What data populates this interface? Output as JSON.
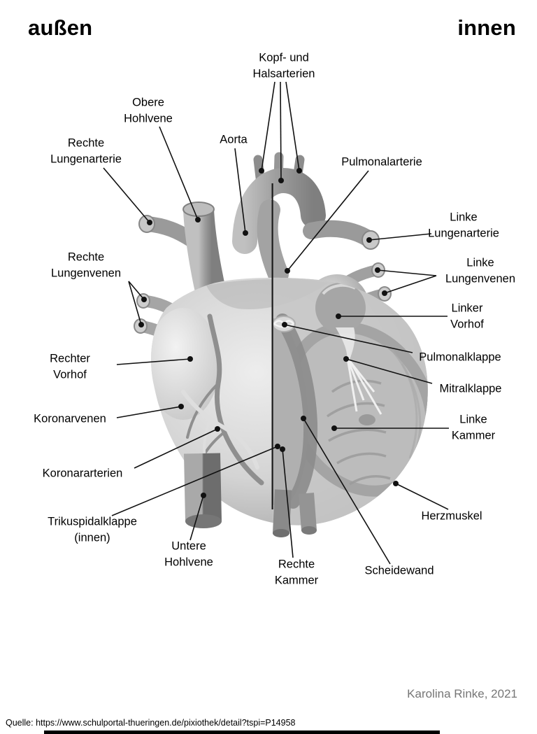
{
  "header": {
    "left": "außen",
    "right": "innen"
  },
  "labels": {
    "kopf_halsarterien": "Kopf- und\nHalsarterien",
    "obere_hohlvene": "Obere\nHohlvene",
    "rechte_lungenarterie": "Rechte\nLungenarterie",
    "aorta": "Aorta",
    "pulmonalarterie": "Pulmonalarterie",
    "linke_lungenarterie": "Linke\nLungenarterie",
    "rechte_lungenvenen": "Rechte\nLungenvenen",
    "linke_lungenvenen": "Linke\nLungenvenen",
    "linker_vorhof": "Linker\nVorhof",
    "pulmonalklappe": "Pulmonalklappe",
    "mitralklappe": "Mitralklappe",
    "rechter_vorhof": "Rechter\nVorhof",
    "koronarvenen": "Koronarvenen",
    "linke_kammer": "Linke\nKammer",
    "koronararterien": "Koronararterien",
    "herzmuskel": "Herzmuskel",
    "trikuspidalklappe": "Trikuspidalklappe\n(innen)",
    "untere_hohlvene": "Untere\nHohlvene",
    "rechte_kammer": "Rechte\nKammer",
    "scheidewand": "Scheidewand"
  },
  "footer": {
    "credit": "Karolina Rinke, 2021",
    "source": "Quelle: https://www.schulportal-thueringen.de/pixiothek/detail?tspi=P14958"
  },
  "colors": {
    "text": "#000000",
    "credit": "#767676",
    "leader_line": "#111111"
  }
}
